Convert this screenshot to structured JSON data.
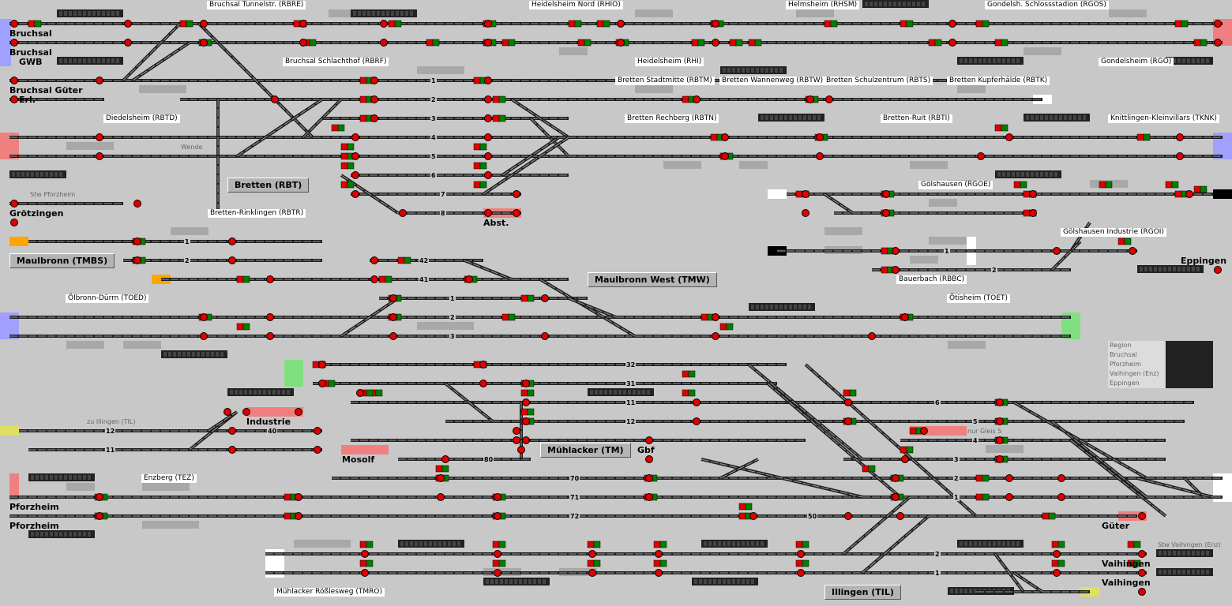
{
  "stations": [
    {
      "name": "Bruchsal Tunnelstr. (RBRE)"
    },
    {
      "name": "Heidelsheim Nord (RHIO)"
    },
    {
      "name": "Helmsheim (RHSM)"
    },
    {
      "name": "Gondelsh. Schlossstadion   (RGOS)"
    },
    {
      "name": "Bruchsal Schlachthof (RBRF)"
    },
    {
      "name": "Heidelsheim (RHI)"
    },
    {
      "name": "Gondelsheim (RGO)"
    },
    {
      "name": "Bretten Stadtmitte (RBTM)"
    },
    {
      "name": "Bretten Wannenweg (RBTW)"
    },
    {
      "name": "Bretten Schulzentrum (RBTS)"
    },
    {
      "name": "Bretten Kupferhälde (RBTK)"
    },
    {
      "name": "Diedelsheim (RBTD)"
    },
    {
      "name": "Bretten Rechberg (RBTN)"
    },
    {
      "name": "Bretten-Ruit (RBTI)"
    },
    {
      "name": "Knittlingen-Kleinvillars (TKNK)"
    },
    {
      "name": "Gölshausen (RGOE)"
    },
    {
      "name": "Bretten-Rinklingen (RBTR)"
    },
    {
      "name": "Gölshausen Industrie (RGOI)"
    },
    {
      "name": "Bauerbach (RBBC)"
    },
    {
      "name": "Ölbronn-Dürrn (TOED)"
    },
    {
      "name": "Ötisheim (TOET)"
    },
    {
      "name": "Enzberg (TEZ)"
    },
    {
      "name": "Mühlacker Rößlesweg (TMRO)"
    }
  ],
  "places": {
    "bruchsal1": "Bruchsal",
    "bruchsal2": "Bruchsal",
    "gwb": "GWB",
    "bruchsal_gueter": "Bruchsal Güter",
    "erl": "Erl.",
    "groetzingen": "Grötzingen",
    "abst": "Abst.",
    "eppingen": "Eppingen",
    "industrie": "Industrie",
    "mosolf": "Mosolf",
    "gbf": "Gbf",
    "pforzheim1": "Pforzheim",
    "pforzheim2": "Pforzheim",
    "gueter": "Güter",
    "vaihingen1": "Vaihingen",
    "vaihingen2": "Vaihingen"
  },
  "stellwerke": {
    "bretten": "Bretten (RBT)",
    "maulbronn": "Maulbronn (TMBS)",
    "maulbronn_west": "Maulbronn West (TMW)",
    "muehlacker": "Mühlacker (TM)",
    "illingen": "Illingen (TIL)"
  },
  "notes": {
    "wende": "Wende",
    "stw_pforzheim": "Stw Pforzheim",
    "zu_illingen": "zu Illingen (TIL)",
    "nur_gleis5": "nur Gleis 5",
    "stw_vaihingen": "Stw Vaihingen (Enz)"
  },
  "legend": {
    "title": "Region",
    "items": [
      "Bruchsal",
      "Pforzheim",
      "Vaihingen (Enz)",
      "Eppingen"
    ]
  },
  "track_numbers": [
    "1",
    "2",
    "3",
    "4",
    "5",
    "6",
    "7",
    "8",
    "1",
    "2",
    "42",
    "41",
    "1",
    "2",
    "3",
    "32",
    "31",
    "11",
    "12",
    "40",
    "11",
    "12",
    "80",
    "70",
    "71",
    "72",
    "50",
    "6",
    "5",
    "4",
    "3",
    "2",
    "1",
    "2",
    "1",
    "1",
    "2"
  ],
  "colors": {
    "background": "#c8c8c8",
    "track": "#1e1e1e",
    "signal_red": "#e00000",
    "signal_green": "#008000",
    "occupied_block": "#f08080",
    "region_bruchsal": "#a0a0ff",
    "region_pforzheim": "#f08080",
    "region_vaihingen": "#80e080",
    "region_eppingen": "#ffa500"
  }
}
